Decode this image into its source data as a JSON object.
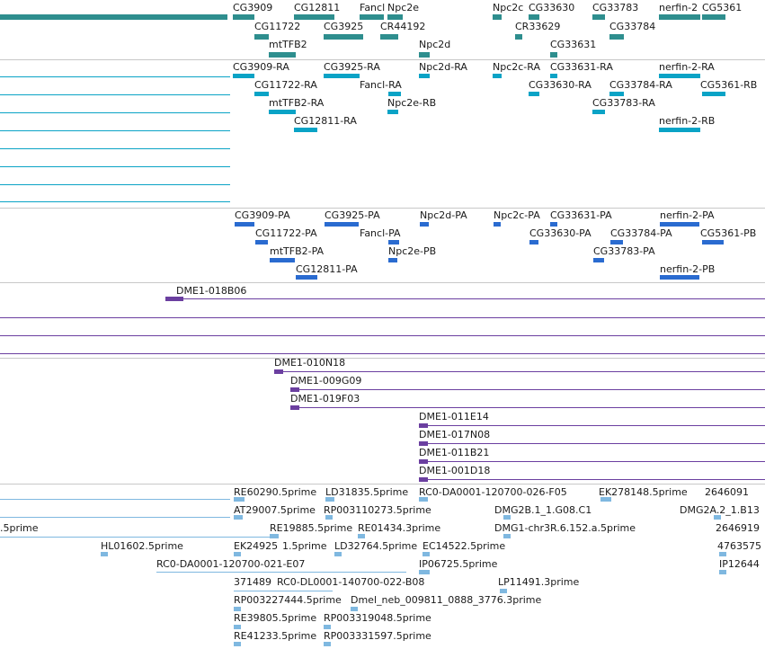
{
  "colors": {
    "gene": "#2e8e8e",
    "transcript": "#0aa3c6",
    "protein": "#2a6bd0",
    "clone": "#6b3fa0",
    "est": "#7fb8e0",
    "separator": "#c8c8c8"
  },
  "tracks": {
    "gene": {
      "labels": [
        "CG3909",
        "CG12811",
        "Fancl",
        "Npc2e",
        "Npc2c",
        "CG33630",
        "CG33783",
        "nerfin-2",
        "CG5361",
        "CG11722",
        "CG3925",
        "CR44192",
        "CR33629",
        "CG33784",
        "mtTFB2",
        "Npc2d",
        "CG33631"
      ]
    },
    "transcript": {
      "labels": [
        "CG3909-RA",
        "CG3925-RA",
        "Npc2d-RA",
        "Npc2c-RA",
        "CG33631-RA",
        "nerfin-2-RA",
        "CG11722-RA",
        "Fancl-RA",
        "CG33630-RA",
        "CG33784-RA",
        "CG5361-RB",
        "mtTFB2-RA",
        "Npc2e-RB",
        "CG33783-RA",
        "CG12811-RA",
        "nerfin-2-RB"
      ]
    },
    "protein": {
      "labels": [
        "CG3909-PA",
        "CG3925-PA",
        "Npc2d-PA",
        "Npc2c-PA",
        "CG33631-PA",
        "nerfin-2-PA",
        "CG11722-PA",
        "Fancl-PA",
        "CG33630-PA",
        "CG33784-PA",
        "CG5361-PB",
        "mtTFB2-PA",
        "Npc2e-PB",
        "CG33783-PA",
        "CG12811-PA",
        "nerfin-2-PB"
      ]
    },
    "clone_a": {
      "labels": [
        "DME1-018B06"
      ]
    },
    "clone_b": {
      "labels": [
        "DME1-010N18",
        "DME1-009G09",
        "DME1-019F03",
        "DME1-011E14",
        "DME1-017N08",
        "DME1-011B21",
        "DME1-001D18"
      ]
    },
    "est": {
      "labels": [
        "RE60290.5prime",
        "LD31835.5prime",
        "RC0-DA0001-120700-026-F05",
        "EK278148.5prime",
        "2646091",
        "AT29007.5prime",
        "RP003110273.5prime",
        "DMG2B.1_1.G08.C1",
        "DMG2A.2_1.B13",
        ".5prime",
        "RE19885.5prime",
        "RE01434.3prime",
        "DMG1-chr3R.6.152.a.5prime",
        "2646919",
        "HL01602.5prime",
        "EK24925",
        "1.5prime",
        "LD32764.5prime",
        "EC14522.5prime",
        "4763575",
        "RC0-DA0001-120700-021-E07",
        "IP06725.5prime",
        "IP12644",
        "371489",
        "RC0-DL0001-140700-022-B08",
        "LP11491.3prime",
        "RP003227444.5prime",
        "Dmel_neb_009811_0888_3776.3prime",
        "RE39805.5prime",
        "RP003319048.5prime",
        "RE41233.5prime",
        "RP003331597.5prime"
      ]
    }
  }
}
